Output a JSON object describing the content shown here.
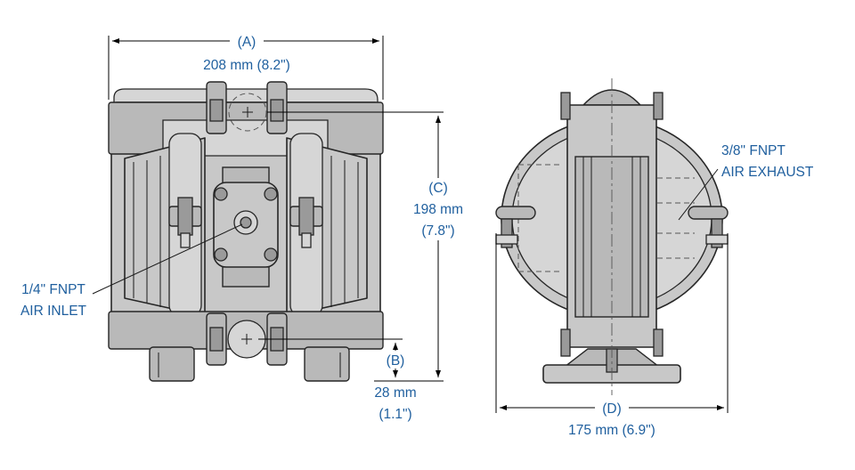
{
  "dimensions": {
    "a_letter": "(A)",
    "a_value": "208 mm (8.2\")",
    "b_letter": "(B)",
    "b_value_mm": "28 mm",
    "b_value_in": "(1.1\")",
    "c_letter": "(C)",
    "c_value_mm": "198 mm",
    "c_value_in": "(7.8\")",
    "d_letter": "(D)",
    "d_value": "175 mm (6.9\")"
  },
  "callouts": {
    "air_inlet_line1": "1/4\" FNPT",
    "air_inlet_line2": "AIR INLET",
    "air_exhaust_line1": "3/8\" FNPT",
    "air_exhaust_line2": "AIR EXHAUST"
  },
  "colors": {
    "label": "#1f5f9e",
    "body_fill": "#c8c8c8",
    "outline": "#262626"
  }
}
